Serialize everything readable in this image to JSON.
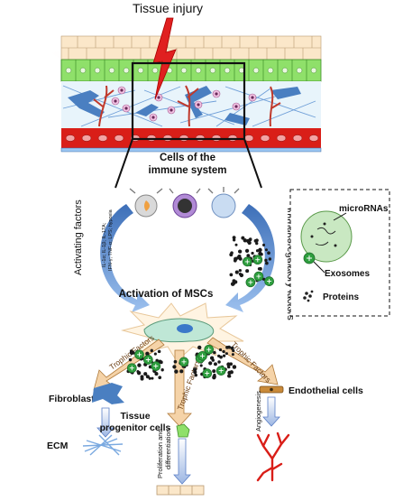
{
  "title": "Tissue injury",
  "immune_heading": [
    "Cells of the",
    "immune system"
  ],
  "activating_factors": "Activating factors",
  "activating_list": [
    "IL-1α; IL-1β; IL-17A;",
    "IFN-γ; TNF-α; LPS; hypoxia"
  ],
  "immunoregulatory_factors": "Immunoregulatory factors",
  "activation_label": "Activation of MSCs",
  "legend": {
    "micrornas": "microRNAs",
    "exosomes": "Exosomes",
    "proteins": "Proteins"
  },
  "trophic_factors": [
    "Trophic Factors",
    "Trophic Factors",
    "Trophic Factors"
  ],
  "fibroblast": "Fibroblast",
  "ecm": "ECM",
  "tissue_progenitor": [
    "Tissue",
    "progenitor cells"
  ],
  "proliferation": [
    "Proliferation and",
    "differentiation"
  ],
  "endothelial": "Endothelial cells",
  "angiogenesis": "Angiogenesis",
  "colors": {
    "injury_red": "#e02020",
    "epithelium_green": "#7ed957",
    "vessel_red": "#d91e18",
    "cell_blue": "#4a7fc1",
    "arrow_orange": "#f5d3a8",
    "arrow_blue": "#5b8fd6",
    "msc_fill": "#bfe7d6",
    "exosome_green": "#2e9e3e"
  }
}
